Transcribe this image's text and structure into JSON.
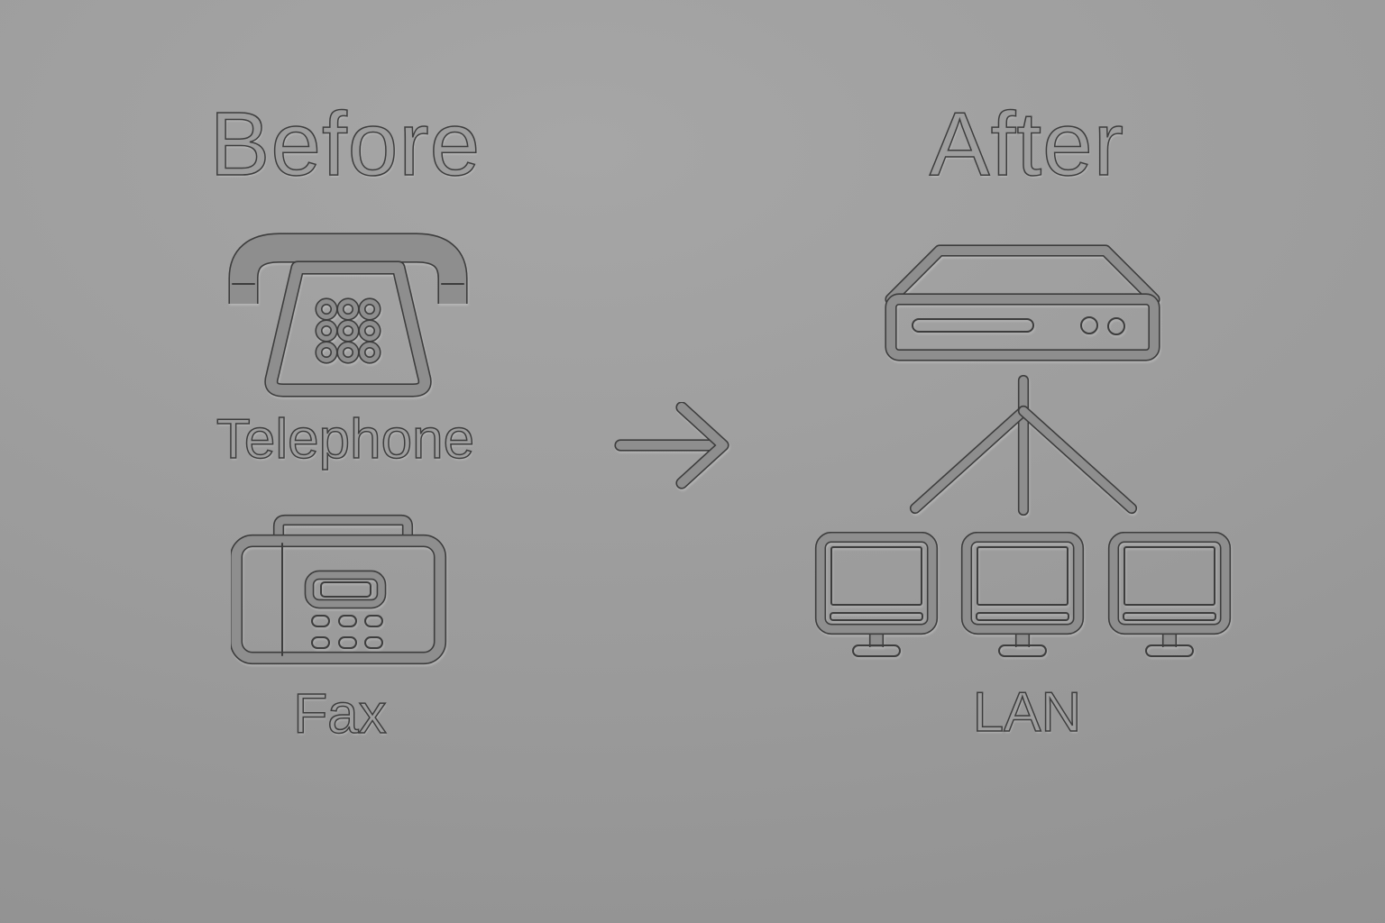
{
  "diagram": {
    "before": {
      "title": "Before",
      "items": [
        {
          "label": "Telephone",
          "icon": "telephone-icon"
        },
        {
          "label": "Fax",
          "icon": "fax-machine-icon"
        }
      ]
    },
    "arrow": {
      "icon": "right-arrow-icon"
    },
    "after": {
      "title": "After",
      "items": [
        {
          "label": "LAN",
          "icon": "lan-network-icon",
          "devices": [
            "hub-router",
            "computer",
            "computer",
            "computer"
          ]
        }
      ]
    },
    "colors": {
      "background": "#9b9b9b",
      "line_core": "#8e8e8e",
      "line_edge": "#3d3d3d",
      "text_fill": "#9e9e9e",
      "text_outline": "#3d3d3d"
    }
  }
}
